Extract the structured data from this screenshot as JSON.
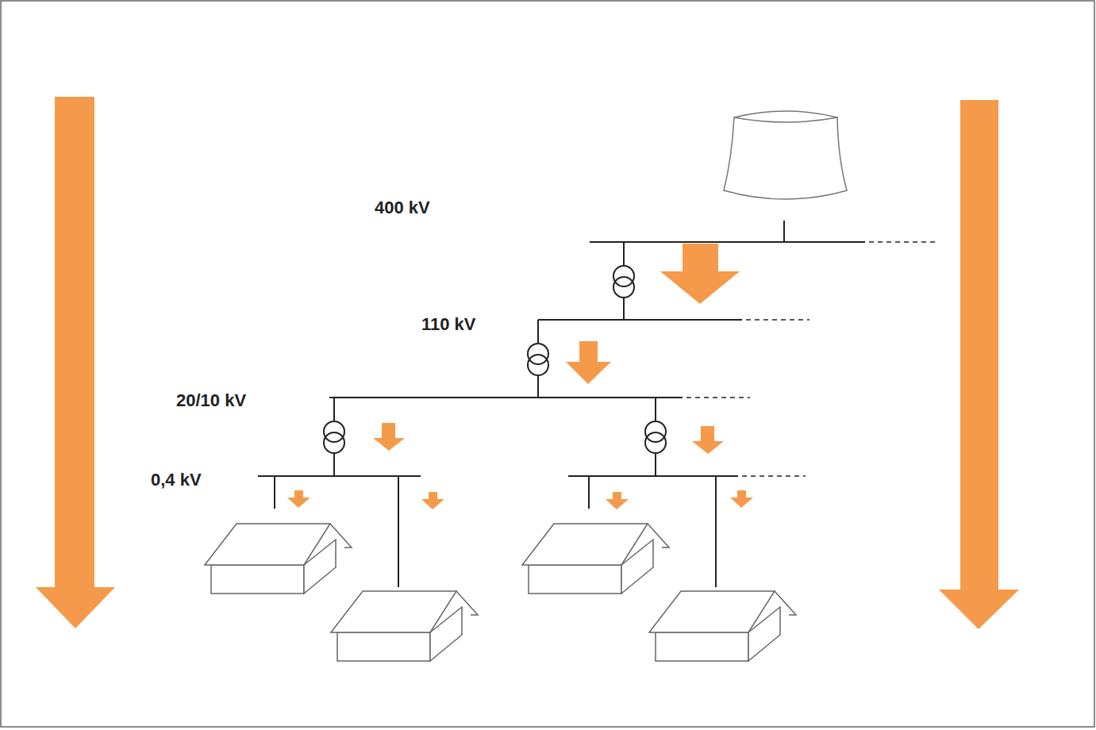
{
  "diagram": {
    "labels": [
      "400 kV",
      "110 kV",
      "20/10 kV",
      "0,4 kV"
    ]
  }
}
